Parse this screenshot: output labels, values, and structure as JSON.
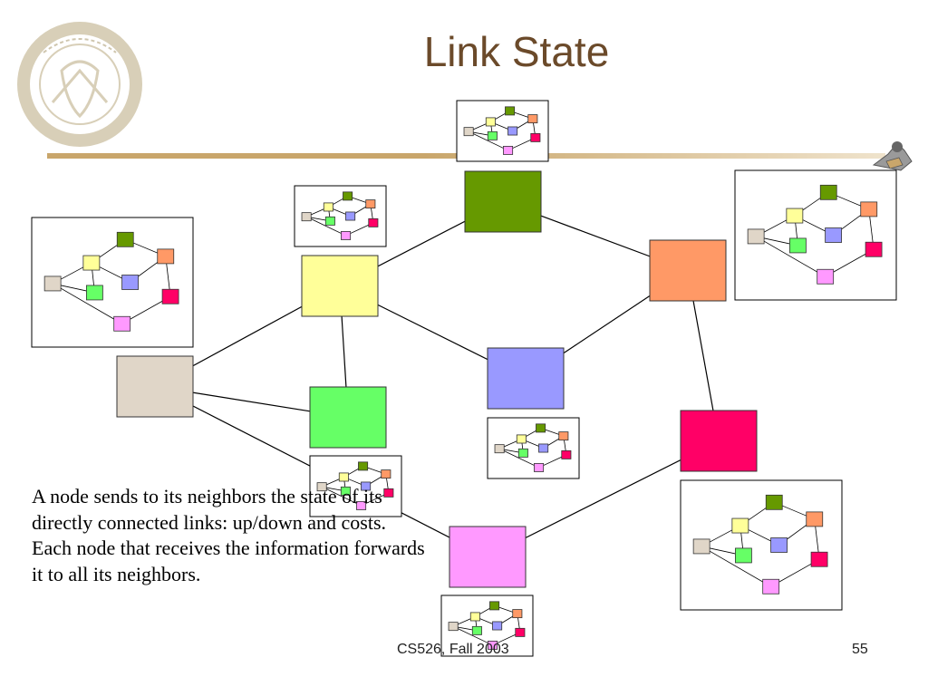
{
  "slide": {
    "title": "Link State",
    "caption": "A node sends to its neighbors the state of its directly connected links: up/down and costs. Each node that receives the information forwards it to all its neighbors.",
    "footer_course": "CS526, Fall 2003",
    "page_number": "55"
  },
  "colors": {
    "title": "#6b4a2a",
    "rule": "#c9a66b",
    "node_outline": "#333333",
    "edge": "#000000"
  },
  "graph": {
    "nodes": [
      {
        "id": "tan",
        "color": "#e0d6c8"
      },
      {
        "id": "yellow",
        "color": "#ffff99"
      },
      {
        "id": "light-green",
        "color": "#66ff66"
      },
      {
        "id": "dark-green",
        "color": "#669900"
      },
      {
        "id": "blue",
        "color": "#9999ff"
      },
      {
        "id": "orange",
        "color": "#ff9966"
      },
      {
        "id": "crimson",
        "color": "#ff0066"
      },
      {
        "id": "pink",
        "color": "#ff99ff"
      }
    ],
    "edges": [
      [
        "tan",
        "yellow"
      ],
      [
        "tan",
        "light-green"
      ],
      [
        "tan",
        "pink"
      ],
      [
        "yellow",
        "light-green"
      ],
      [
        "yellow",
        "dark-green"
      ],
      [
        "yellow",
        "blue"
      ],
      [
        "dark-green",
        "orange"
      ],
      [
        "blue",
        "orange"
      ],
      [
        "orange",
        "crimson"
      ],
      [
        "crimson",
        "pink"
      ]
    ],
    "thumbnails": [
      "tan",
      "yellow",
      "light-green",
      "dark-green",
      "blue",
      "orange",
      "crimson",
      "pink"
    ]
  }
}
